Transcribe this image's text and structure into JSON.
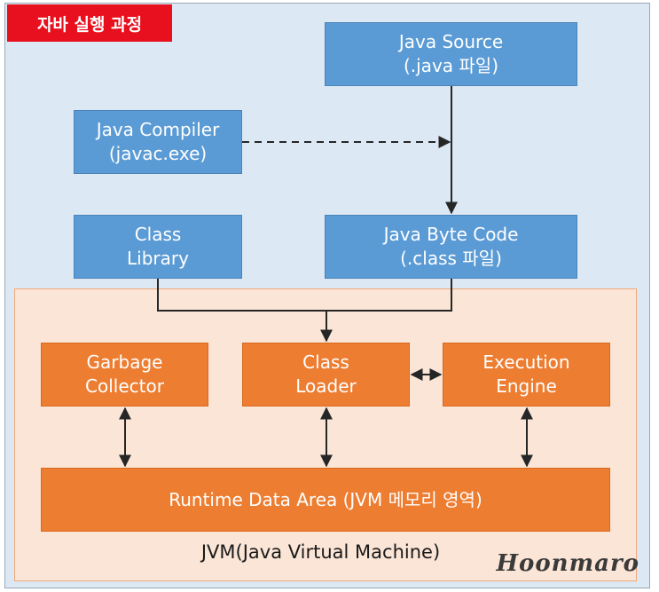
{
  "title": "자바 실행 과정",
  "nodes": {
    "java_source": "Java Source\n(.java 파일)",
    "java_compiler": "Java Compiler\n(javac.exe)",
    "class_library": "Class\nLibrary",
    "java_byte_code": "Java Byte Code\n(.class 파일)",
    "garbage_collector": "Garbage\nCollector",
    "class_loader": "Class\nLoader",
    "execution_engine": "Execution\nEngine",
    "runtime_data_area": "Runtime Data Area (JVM 메모리 영역)"
  },
  "jvm_label": "JVM(Java Virtual Machine)",
  "signature": "Hoonmaro",
  "colors": {
    "blue_box": "#5b9bd5",
    "orange_box": "#ed7d31",
    "jvm_background": "#fbe5d6",
    "panel_background": "#dde8f5",
    "title_badge": "#e8101e"
  }
}
